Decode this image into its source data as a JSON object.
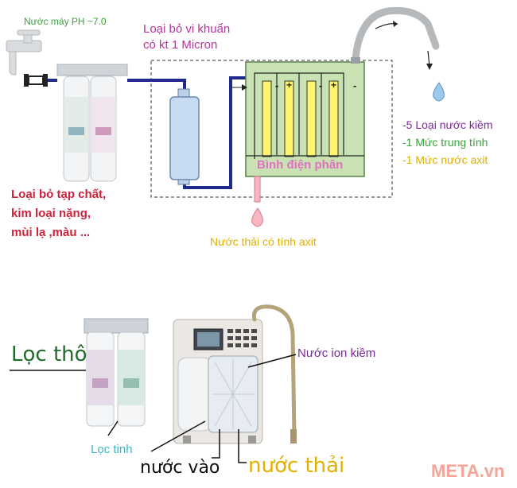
{
  "top_diagram": {
    "tap_label": "Nước máy PH ~7.0",
    "micron_label": [
      "Loại bỏ vi khuẩn",
      "có kt 1 Micron"
    ],
    "prefilter_label": [
      "Loại bỏ tạp chất,",
      "kim loại nặng,",
      "mùi lạ ,màu ..."
    ],
    "cell_label": "Bình điện phân",
    "outputs": [
      "-5 Loại nước kiềm",
      "-1 Mức trung tính",
      "-1 Mức nước axit"
    ],
    "waste_label": "Nước thải có tính axit",
    "plate_signs": [
      "-",
      "+",
      "-",
      "+",
      "-"
    ]
  },
  "bottom_photo": {
    "coarse_filter": "Lọc thô",
    "fine_filter": "Lọc tinh",
    "alkaline_water": "Nước ion kiềm",
    "water_in": "nước vào",
    "waste_water": "nước thải"
  },
  "watermark": "META.vn",
  "colors": {
    "pipe": "#1f2a8c",
    "cell_fill": "#c9e2b3",
    "plate": "#fff46a",
    "tap_label": "#3aa23a",
    "red_text": "#d0213a",
    "magenta_text": "#b6359c",
    "purple_text": "#7c2a9a",
    "gold_text": "#e0b100",
    "watermark": "#f3a59a"
  }
}
